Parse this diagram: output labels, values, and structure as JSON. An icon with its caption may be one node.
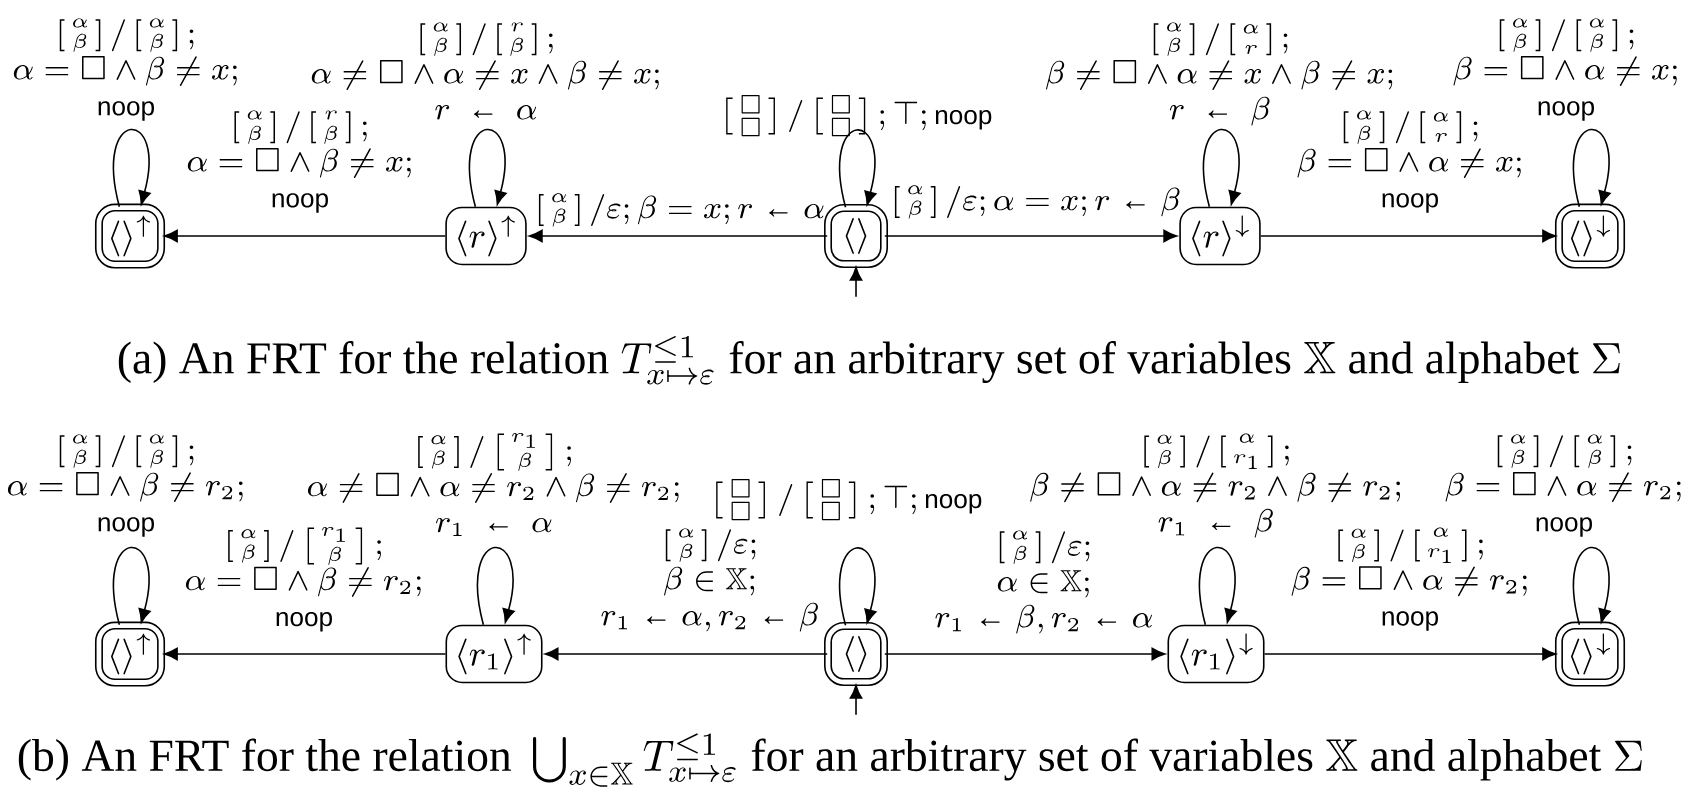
{
  "diagram": {
    "nodes": [
      {
        "text": [
          "\\langle\\rangle^{\\uparrow}"
        ]
      },
      {
        "text": [
          "\\langle r\\rangle^{\\uparrow}"
        ]
      },
      {
        "text": [
          "\\langle\\rangle"
        ]
      },
      {
        "text": [
          "\\langle r\\rangle^{\\downarrow}"
        ]
      },
      {
        "text": [
          "\\langle\\rangle^{\\downarrow}"
        ]
      },
      {
        "text": [
          "\\langle\\rangle^{\\uparrow}"
        ]
      },
      {
        "text": [
          "\\langle r_1\\rangle^{\\uparrow}"
        ]
      },
      {
        "text": [
          "\\langle\\rangle"
        ]
      },
      {
        "text": [
          "\\langle r_1\\rangle^{\\downarrow}"
        ]
      },
      {
        "text": [
          "\\langle\\rangle^{\\downarrow}"
        ]
      }
    ],
    "edges": [
      {
        "from": 2,
        "to": 1,
        "arrow": "to",
        "label": "\\left[\\begin{smallmatrix}\\alpha\\\\\\beta\\end{smallmatrix}\\right]/\\varepsilon; \\beta=x; r\\mathrel{\\text{←}}\\alpha"
      },
      {
        "from": 1,
        "to": 0,
        "arrow": "to",
        "label": "\\begin{gathered}\\left[\\begin{smallmatrix}\\alpha\\\\\\beta\\end{smallmatrix}\\right]/\\left[\\begin{smallmatrix}r\\\\\\beta\\end{smallmatrix}\\right];\\\\ \\alpha=\\square\\wedge\\beta\\neq x;\\\\ \\textsf{noop}\\end{gathered}"
      },
      {
        "from": 2,
        "to": 3,
        "arrow": "to",
        "label": "\\left[\\begin{smallmatrix}\\alpha\\\\\\beta\\end{smallmatrix}\\right]/\\varepsilon; \\alpha=x; r\\mathrel{\\text{←}}\\beta"
      },
      {
        "from": 3,
        "to": 4,
        "arrow": "to",
        "label": "\\begin{gathered}\\left[\\begin{smallmatrix}\\alpha\\\\\\beta\\end{smallmatrix}\\right]/\\left[\\begin{smallmatrix}\\alpha\\\\r\\end{smallmatrix}\\right];\\\\ \\beta=\\square\\wedge\\alpha\\neq x;\\\\ \\textsf{noop}\\end{gathered}"
      },
      {
        "from": 0,
        "to": 0,
        "arrow": "to",
        "label": "\\begin{gathered}\\left[\\begin{smallmatrix}\\alpha\\\\\\beta\\end{smallmatrix}\\right]/\\left[\\begin{smallmatrix}\\alpha\\\\\\beta\\end{smallmatrix}\\right];\\\\ \\alpha=\\square\\wedge\\beta\\neq x;\\\\ \\textsf{noop}\\end{gathered}"
      },
      {
        "from": 1,
        "to": 1,
        "arrow": "to",
        "label": "\\begin{gathered}\\left[\\begin{smallmatrix}\\alpha\\\\\\beta\\end{smallmatrix}\\right]/\\left[\\begin{smallmatrix}r\\\\\\beta\\end{smallmatrix}\\right];\\\\ \\alpha\\neq\\square\\wedge\\alpha\\neq x\\wedge\\beta\\neq x;\\\\ r\\ \\mathrel{\\text{←}}\\ \\alpha\\end{gathered}"
      },
      {
        "from": 2,
        "to": 2,
        "arrow": "to",
        "label": "\\left[\\begin{smallmatrix}\\square\\\\\\square\\end{smallmatrix}\\right]/\\left[\\begin{smallmatrix}\\square\\\\\\square\\end{smallmatrix}\\right]; \\top; \\textsf{noop}"
      },
      {
        "from": 3,
        "to": 3,
        "arrow": "to",
        "label": "\\begin{gathered}\\left[\\begin{smallmatrix}\\alpha\\\\\\beta\\end{smallmatrix}\\right]/\\left[\\begin{smallmatrix}\\alpha\\\\r\\end{smallmatrix}\\right];\\\\ \\beta\\neq\\square\\wedge\\alpha\\neq x\\wedge\\beta\\neq x;\\\\ r\\ \\mathrel{\\text{←}}\\ \\beta\\end{gathered}"
      },
      {
        "from": 4,
        "to": 4,
        "arrow": "to",
        "label": "\\begin{gathered}\\left[\\begin{smallmatrix}\\alpha\\\\\\beta\\end{smallmatrix}\\right]/\\left[\\begin{smallmatrix}\\alpha\\\\\\beta\\end{smallmatrix}\\right];\\\\ \\beta=\\square\\wedge\\alpha\\neq x;\\\\ \\textsf{noop}\\end{gathered}"
      },
      {
        "from": null,
        "to": 2,
        "arrow": "to"
      },
      {
        "from": 7,
        "to": 6,
        "arrow": "to",
        "label": "\\begin{gathered}\\left[\\begin{smallmatrix}\\alpha\\\\\\beta\\end{smallmatrix}\\right]/\\varepsilon;\\\\ \\beta\\in\\mathbb{X};\\\\ r_1\\mathrel{\\text{←}}\\alpha, r_2\\mathrel{\\text{←}}\\beta\\end{gathered}"
      },
      {
        "from": 6,
        "to": 5,
        "arrow": "to",
        "label": "\\begin{gathered}\\left[\\begin{smallmatrix}\\alpha\\\\\\beta\\end{smallmatrix}\\right]/\\left[\\begin{smallmatrix}r_1\\\\\\beta\\end{smallmatrix}\\right];\\\\ \\alpha=\\square\\wedge\\beta\\neq r_2;\\\\ \\textsf{noop}\\end{gathered}"
      },
      {
        "from": 7,
        "to": 8,
        "arrow": "to",
        "label": "\\begin{gathered}\\left[\\begin{smallmatrix}\\alpha\\\\\\beta\\end{smallmatrix}\\right]/\\varepsilon;\\\\ \\alpha\\in\\mathbb{X};\\\\ r_1\\mathrel{\\text{←}}\\beta, r_2\\mathrel{\\text{←}}\\alpha\\end{gathered}"
      },
      {
        "from": 8,
        "to": 9,
        "arrow": "to",
        "label": "\\begin{gathered}\\left[\\begin{smallmatrix}\\alpha\\\\\\beta\\end{smallmatrix}\\right]/\\left[\\begin{smallmatrix}\\alpha\\\\r_1\\end{smallmatrix}\\right];\\\\ \\beta=\\square\\wedge\\alpha\\neq r_2;\\\\ \\textsf{noop}\\end{gathered}"
      },
      {
        "from": 5,
        "to": 5,
        "arrow": "to",
        "label": "\\begin{gathered}\\left[\\begin{smallmatrix}\\alpha\\\\\\beta\\end{smallmatrix}\\right]/\\left[\\begin{smallmatrix}\\alpha\\\\\\beta\\end{smallmatrix}\\right];\\\\ \\alpha=\\square\\wedge\\beta\\neq r_2;\\\\ \\textsf{noop}\\end{gathered}"
      },
      {
        "from": 6,
        "to": 6,
        "arrow": "to",
        "label": "\\begin{gathered}\\left[\\begin{smallmatrix}\\alpha\\\\\\beta\\end{smallmatrix}\\right]/\\left[\\begin{smallmatrix}r_1\\\\\\beta\\end{smallmatrix}\\right];\\\\ \\alpha\\neq\\square\\wedge\\alpha\\neq r_2\\wedge\\beta\\neq r_2;\\\\ r_1\\ \\mathrel{\\text{←}}\\ \\alpha\\end{gathered}"
      },
      {
        "from": 7,
        "to": 7,
        "arrow": "to",
        "label": "\\left[\\begin{smallmatrix}\\square\\\\\\square\\end{smallmatrix}\\right]/\\left[\\begin{smallmatrix}\\square\\\\\\square\\end{smallmatrix}\\right]; \\top; \\textsf{noop}"
      },
      {
        "from": 8,
        "to": 8,
        "arrow": "to",
        "label": "\\begin{gathered}\\left[\\begin{smallmatrix}\\alpha\\\\\\beta\\end{smallmatrix}\\right]/\\left[\\begin{smallmatrix}\\alpha\\\\r_1\\end{smallmatrix}\\right];\\\\ \\beta\\neq\\square\\wedge\\alpha\\neq r_2\\wedge\\beta\\neq r_2;\\\\ r_1\\ \\mathrel{\\text{←}}\\ \\beta\\end{gathered}"
      },
      {
        "from": 9,
        "to": 9,
        "arrow": "to",
        "label": "\\begin{gathered}\\left[\\begin{smallmatrix}\\alpha\\\\\\beta\\end{smallmatrix}\\right]/\\left[\\begin{smallmatrix}\\alpha\\\\\\beta\\end{smallmatrix}\\right];\\\\ \\beta=\\square\\wedge\\alpha\\neq r_2;\\\\ \\textsf{noop}\\end{gathered}"
      },
      {
        "from": null,
        "to": 7,
        "arrow": "to"
      }
    ],
    "labels": [
      "\\text{(a) An FRT for the relation } T^{\\leq 1}_{x\\mapsto\\varepsilon} \\text{ for an arbitrary set of variables } \\mathbb{X} \\text{ and alphabet } \\Sigma",
      "\\text{(b) An FRT for the relation } \\bigcup_{x\\in\\mathbb{X}} T^{\\leq 1}_{x\\mapsto\\varepsilon} \\text{ for an arbitrary set of variables } \\mathbb{X} \\text{ and alphabet } \\Sigma"
    ]
  }
}
